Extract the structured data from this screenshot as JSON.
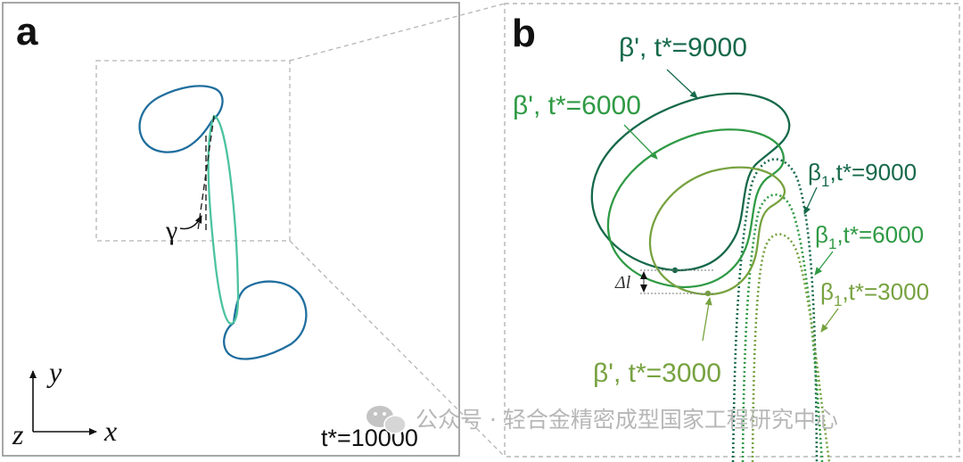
{
  "panels": {
    "a": {
      "letter": "a",
      "angle_label": "γ",
      "axis_y": "y",
      "axis_x": "x",
      "axis_z": "z",
      "time_label": "t*=10000"
    },
    "b": {
      "letter": "b",
      "labels": {
        "beta_prime_9000": "β', t*=9000",
        "beta_prime_6000": "β', t*=6000",
        "beta_prime_3000": "β', t*=3000",
        "beta1_9000_sym": "β",
        "beta1_9000_sub": "1",
        "beta1_9000_rest": ",t*=9000",
        "beta1_6000_sym": "β",
        "beta1_6000_sub": "1",
        "beta1_6000_rest": ",t*=6000",
        "beta1_3000_sym": "β",
        "beta1_3000_sub": "1",
        "beta1_3000_rest": ",t*=3000",
        "delta_l": "Δl"
      }
    }
  },
  "colors": {
    "dark_green": "#16694a",
    "mid_green": "#2f9a44",
    "light_green": "#77a240",
    "blue": "#1f6e9e",
    "teal": "#4cc3a0",
    "frame": "#8a8a8a",
    "dashed": "#b5b5b5"
  },
  "watermark": {
    "text": "公众号 · 轻合金精密成型国家工程研究中心",
    "icon": "wechat-icon"
  }
}
